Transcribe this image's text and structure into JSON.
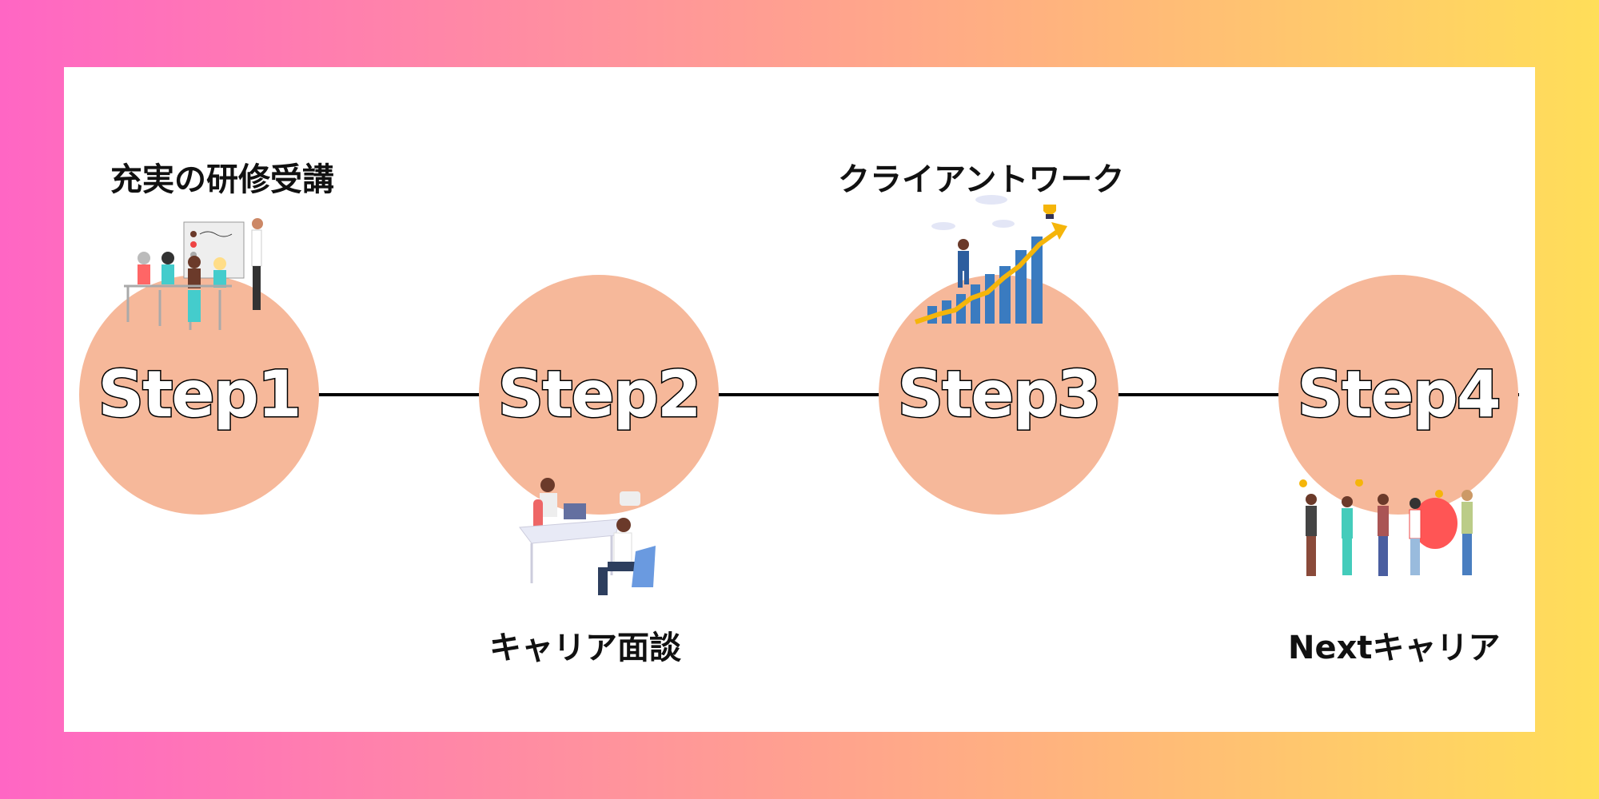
{
  "steps": [
    {
      "title": "Step1",
      "caption": "充実の研修受講"
    },
    {
      "title": "Step2",
      "caption": "キャリア面談"
    },
    {
      "title": "Step3",
      "caption": "クライアントワーク"
    },
    {
      "title": "Step4",
      "caption": "Nextキャリア"
    }
  ],
  "colors": {
    "circle": "#f6b89a",
    "connector": "#000000"
  }
}
